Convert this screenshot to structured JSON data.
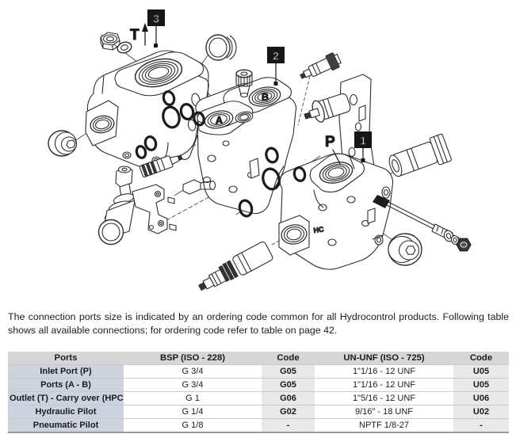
{
  "diagram": {
    "ports": {
      "t": "T",
      "p": "P",
      "a": "A",
      "b": "B"
    },
    "markers": {
      "one": "1",
      "two": "2",
      "three": "3"
    },
    "cast_logo": "HC",
    "colors": {
      "line": "#2d2d2d",
      "marker_bg": "#161616",
      "marker_text": "#ffffff"
    }
  },
  "description": "The connection ports size is indicated by an ordering code common for all Hydrocontrol products. Following table shows all available connections; for ordering code refer to table on page 42.",
  "table": {
    "headers": [
      "Ports",
      "BSP (ISO - 228)",
      "Code",
      "UN-UNF (ISO - 725)",
      "Code"
    ],
    "rows": [
      {
        "port": "Inlet Port (P)",
        "bsp": "G 3/4",
        "bsp_code": "G05",
        "unf": "1\"1/16 - 12 UNF",
        "unf_code": "U05"
      },
      {
        "port": "Ports (A - B)",
        "bsp": "G 3/4",
        "bsp_code": "G05",
        "unf": "1\"1/16 - 12 UNF",
        "unf_code": "U05"
      },
      {
        "port": "Outlet (T) - Carry over (HPCO)",
        "bsp": "G 1",
        "bsp_code": "G06",
        "unf": "1\"5/16 - 12 UNF",
        "unf_code": "U06"
      },
      {
        "port": "Hydraulic Pilot",
        "bsp": "G 1/4",
        "bsp_code": "G02",
        "unf": "9/16\" - 18 UNF",
        "unf_code": "U02"
      },
      {
        "port": "Pneumatic Pilot",
        "bsp": "G 1/8",
        "bsp_code": "-",
        "unf": "NPTF 1/8-27",
        "unf_code": "-"
      }
    ],
    "colors": {
      "header_bg": "#d6d6d6",
      "ports_bg": "#ccd3df",
      "code_bg": "#e9e9e9",
      "row_border": "#c9c9c9"
    }
  }
}
